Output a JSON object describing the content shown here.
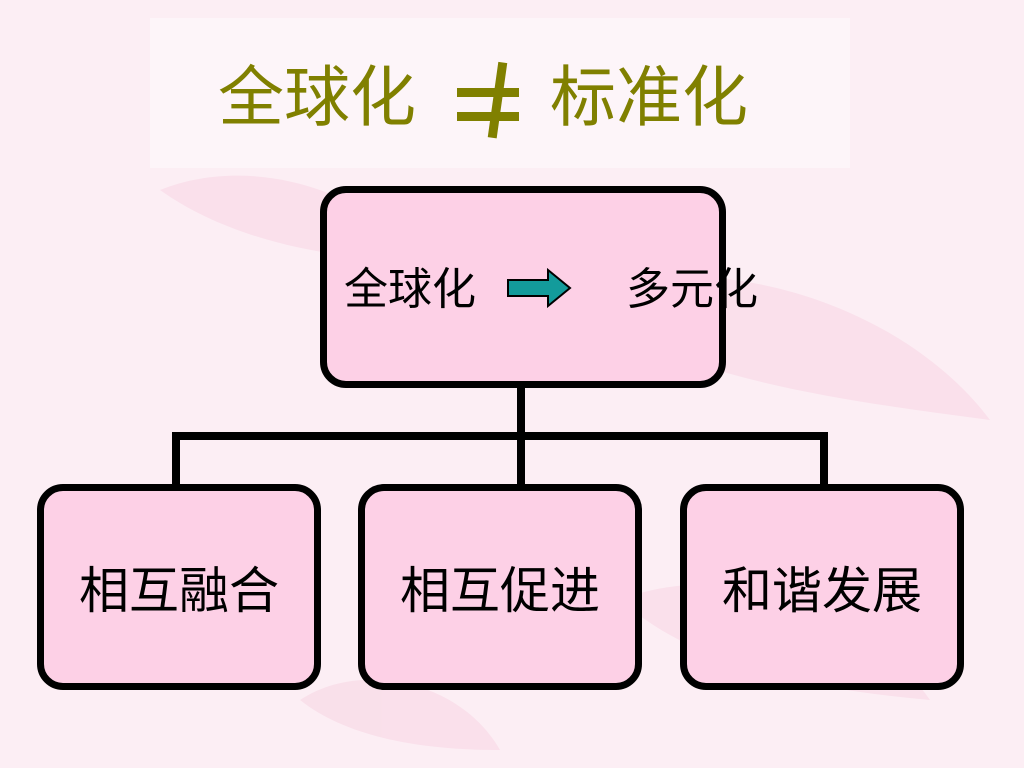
{
  "title": {
    "left": "全球化",
    "right": "标准化",
    "color": "#808000",
    "symbol_icon": "not-equal-icon"
  },
  "top_node": {
    "left": "全球化",
    "right": "多元化",
    "arrow_icon": "right-arrow-icon",
    "arrow_color": "#139b9b"
  },
  "children": [
    {
      "label": "相互融合"
    },
    {
      "label": "相互促进"
    },
    {
      "label": "和谐发展"
    }
  ],
  "colors": {
    "background": "#fceef4",
    "node_fill": "#fdd0e6",
    "border": "#000000"
  }
}
